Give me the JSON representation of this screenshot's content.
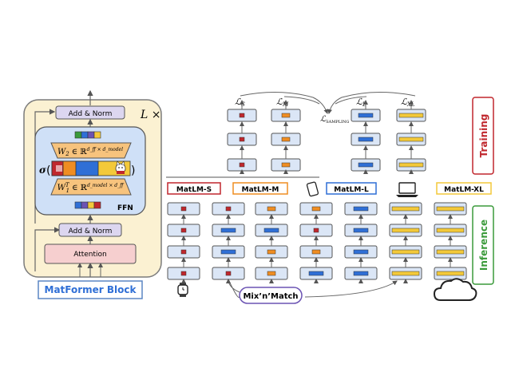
{
  "block": {
    "add_norm_top": "Add & Norm",
    "add_norm_mid": "Add & Norm",
    "attention": "Attention",
    "ffn": "FFN",
    "repeat": "L ×",
    "w2": "W",
    "w2_sub": "2",
    "w2_in": "∈ ℝ",
    "w2_sup": "d_ff × d_model",
    "w1": "W",
    "w1_sub": "1",
    "w1_supT": "T",
    "w1_in": "∈ ℝ",
    "w1_sup": "d_model × d_ff",
    "sigma": "σ",
    "paren_open": "(",
    "paren_close": ")",
    "caption": "MatFormer Block"
  },
  "training": {
    "label": "Training",
    "losses": [
      "ℒ",
      "ℒ",
      "ℒ",
      "ℒ"
    ],
    "loss_subs": [
      "S",
      "M",
      "L",
      "XL"
    ],
    "loss_sampling": "ℒ",
    "loss_sampling_sub": "SAMPLING"
  },
  "inference": {
    "label": "Inference",
    "models": [
      "MatLM-S",
      "MatLM-M",
      "MatLM-L",
      "MatLM-XL"
    ],
    "mixnmatch": "Mix’n’Match"
  },
  "colors": {
    "red": "#c0272d",
    "orange": "#ef8d22",
    "blue": "#2f6fd6",
    "yellow": "#f3c93a",
    "green": "#3a9a3a",
    "purple": "#6b53b3",
    "block_bg": "#fbf1d2"
  },
  "icons": [
    "watch-icon",
    "phone-icon",
    "laptop-icon",
    "cloud-icon",
    "cat-icon"
  ]
}
